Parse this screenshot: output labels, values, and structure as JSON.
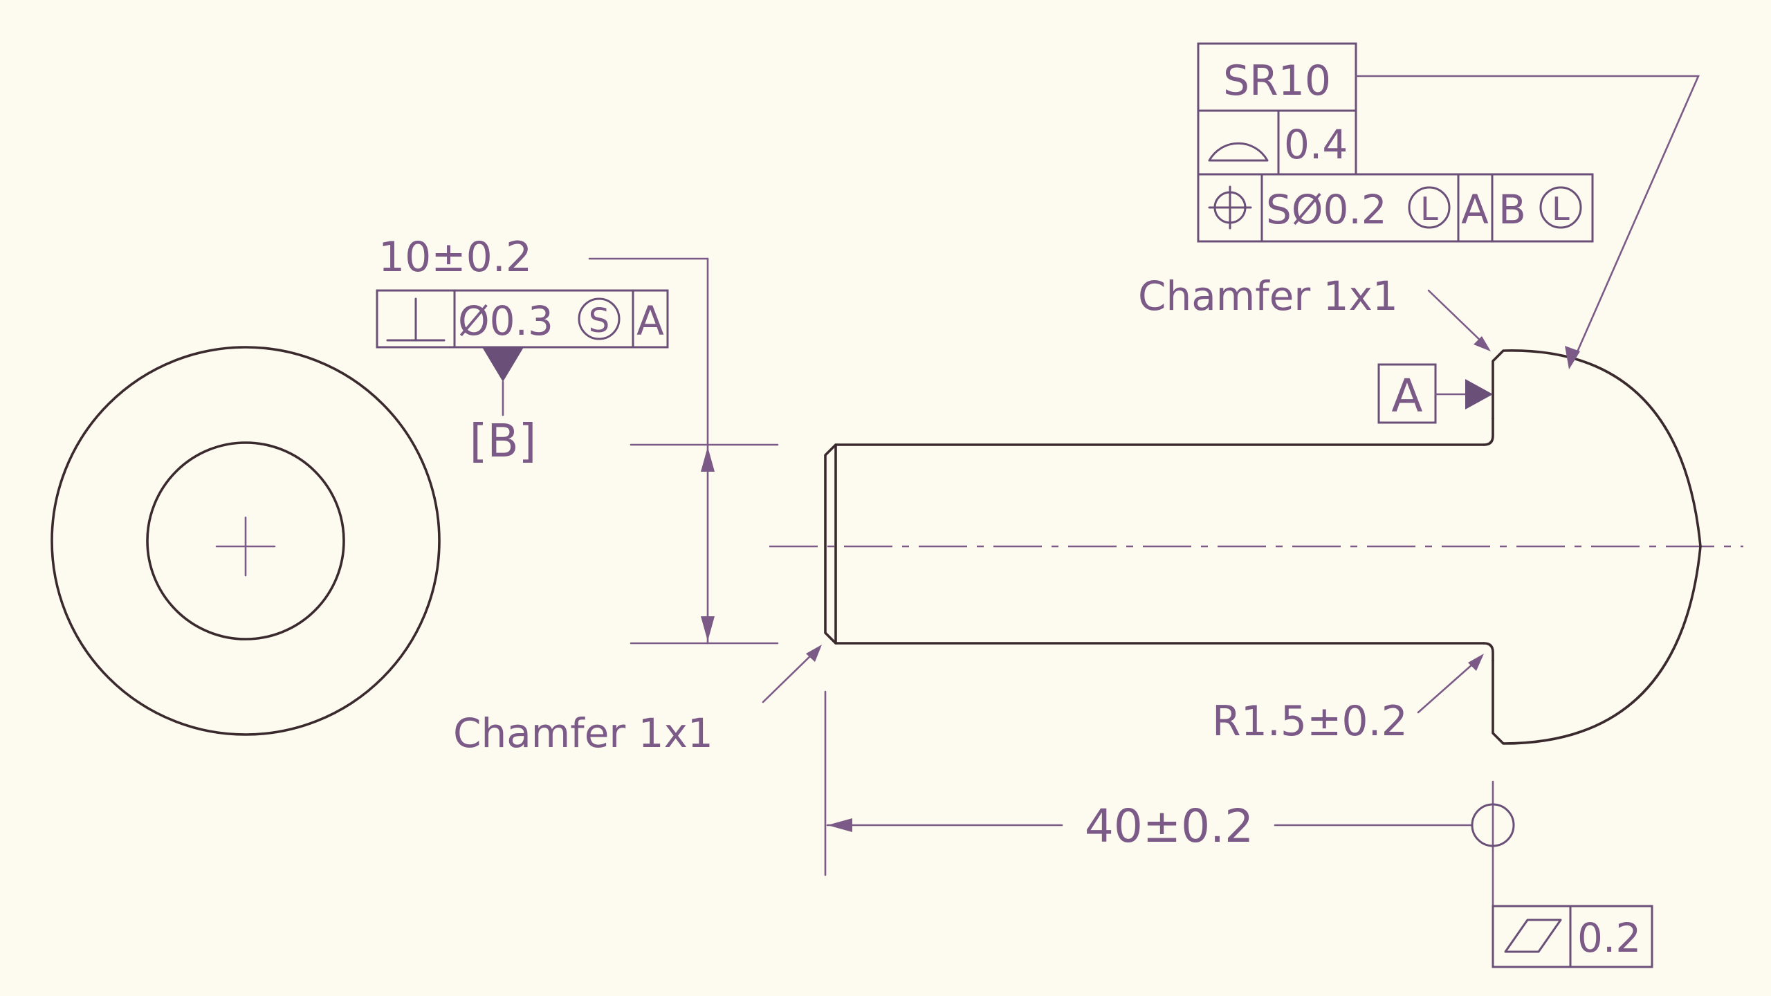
{
  "colors": {
    "background": "#fdfbef",
    "part_outline": "#3a2a2e",
    "annotation": "#7b5a87",
    "frame": "#6a4f78"
  },
  "left_frame": {
    "size": "10±0.2",
    "symbol": "perpendicularity-icon",
    "tolerance": "Ø0.3",
    "modifier": "S",
    "datum": "A",
    "datum_label": "[B]"
  },
  "head_frame": {
    "radius": "SR10",
    "profile_symbol": "profile-of-surface-icon",
    "profile_value": "0.4",
    "position_symbol": "position-icon",
    "position_tolerance": "SØ0.2",
    "position_modifier": "L",
    "datum_1": "A",
    "datum_2": "B",
    "datum_2_modifier": "L"
  },
  "datum_a_label": "A",
  "chamfer_head": "Chamfer 1x1",
  "chamfer_shank": "Chamfer 1x1",
  "fillet": "R1.5±0.2",
  "length": "40±0.2",
  "flatness": {
    "symbol": "flatness-icon",
    "value": "0.2"
  }
}
